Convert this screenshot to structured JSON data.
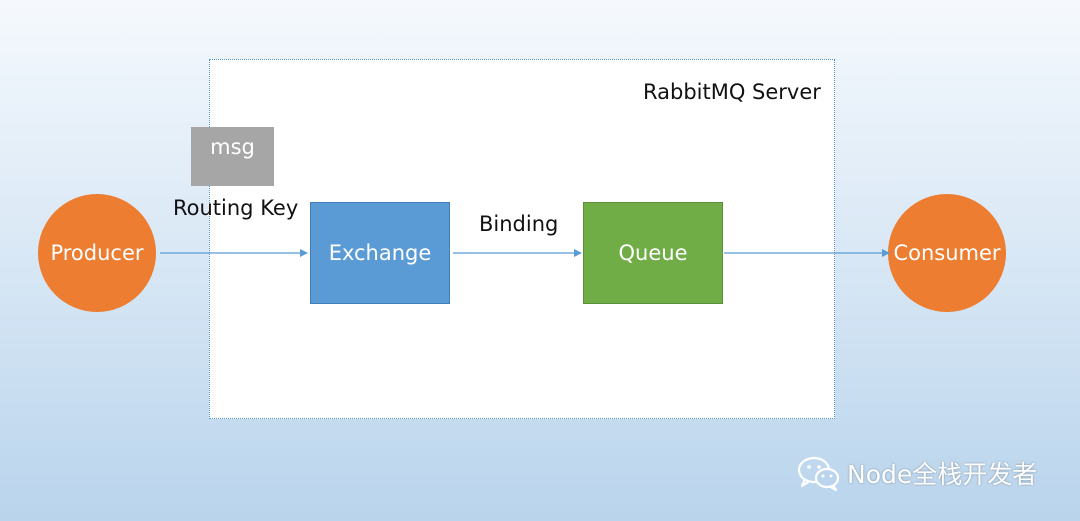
{
  "diagram": {
    "server_label": "RabbitMQ Server",
    "producer": "Producer",
    "consumer": "Consumer",
    "exchange": "Exchange",
    "queue": "Queue",
    "message": "msg",
    "routing_key": "Routing Key",
    "binding": "Binding"
  },
  "watermark": {
    "text": "Node全栈开发者",
    "icon": "wechat-icon"
  },
  "colors": {
    "producer_consumer": "#ed7d31",
    "exchange": "#5b9bd5",
    "queue": "#70ad47",
    "message": "#a6a6a6",
    "arrows": "#5b9bd5"
  }
}
